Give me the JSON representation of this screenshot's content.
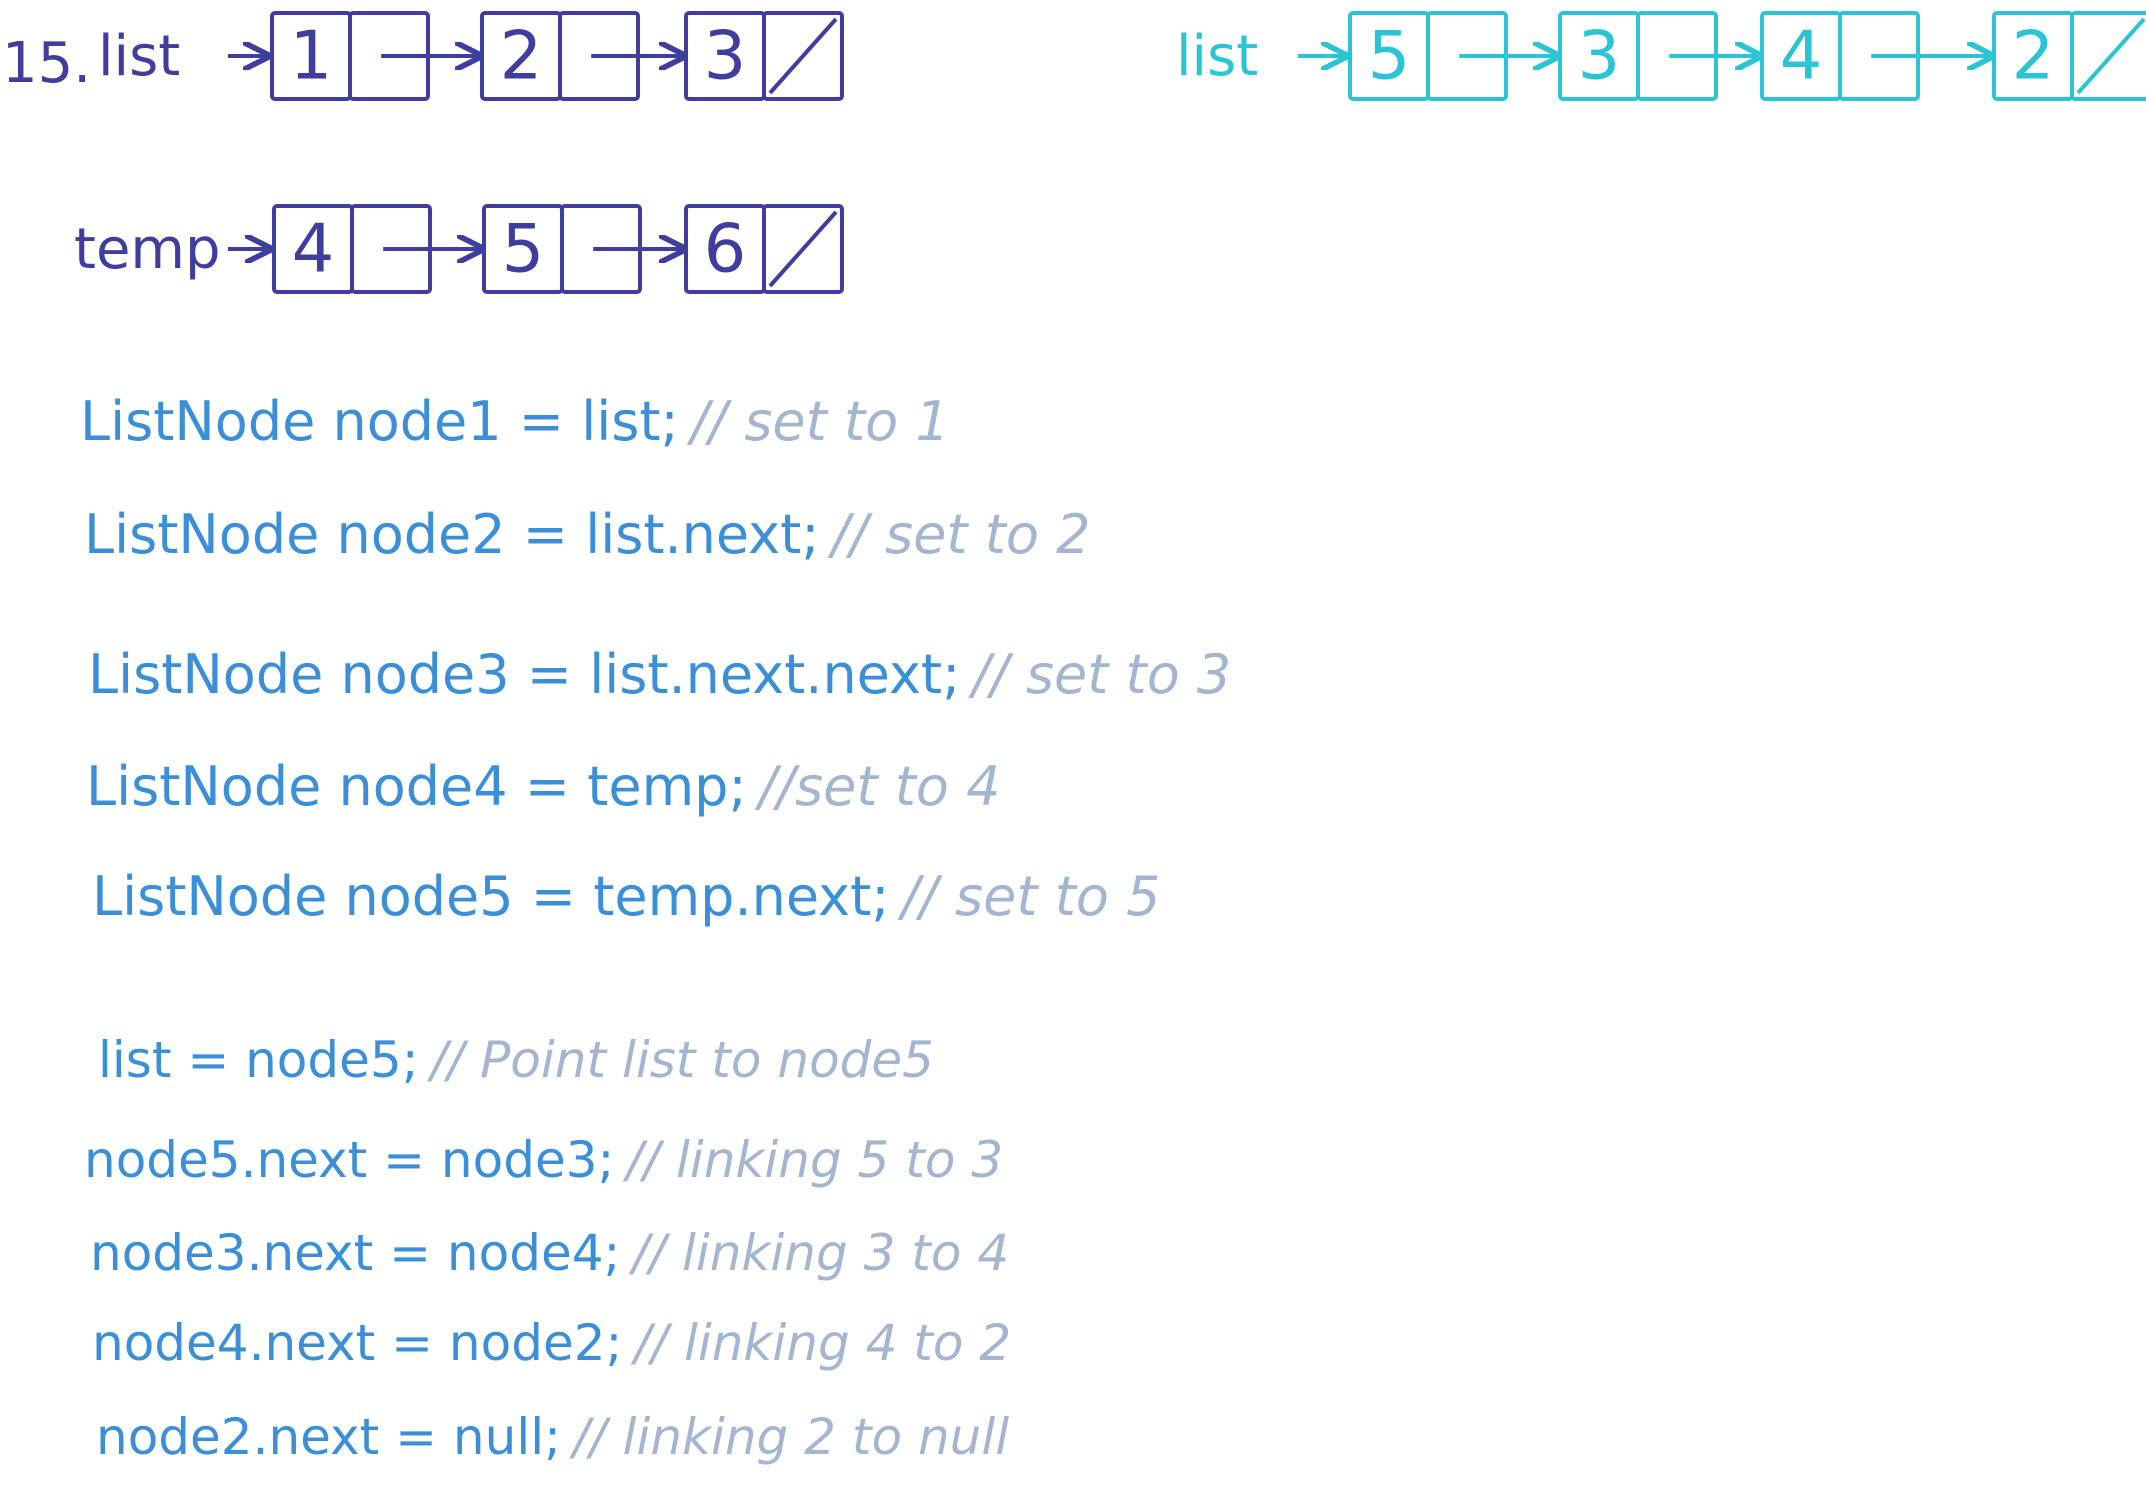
{
  "problem_number": "15.",
  "colors": {
    "diagram_dark": "#3f3d9e",
    "diagram_result": "#2bc4d6",
    "code": "#3b8fd8",
    "comment": "#a3b5cf"
  },
  "lists": {
    "original": {
      "label": "list",
      "values": [
        "1",
        "2",
        "3"
      ]
    },
    "temp": {
      "label": "temp",
      "values": [
        "4",
        "5",
        "6"
      ]
    },
    "result": {
      "label": "list",
      "values": [
        "5",
        "3",
        "4",
        "2"
      ]
    }
  },
  "code": {
    "declarations": [
      {
        "stmt": "ListNode node1 = list;",
        "comment": "// set to 1"
      },
      {
        "stmt": "ListNode node2 = list.next;",
        "comment": "// set to 2"
      },
      {
        "stmt": "ListNode node3 = list.next.next;",
        "comment": "// set to 3"
      },
      {
        "stmt": "ListNode node4 = temp;",
        "comment": "//set to 4"
      },
      {
        "stmt": "ListNode node5 = temp.next;",
        "comment": "// set to 5"
      }
    ],
    "links": [
      {
        "stmt": "list = node5;",
        "comment": "// Point list to node5"
      },
      {
        "stmt": "node5.next = node3;",
        "comment": "// linking 5 to 3"
      },
      {
        "stmt": "node3.next = node4;",
        "comment": "// linking 3 to 4"
      },
      {
        "stmt": "node4.next = node2;",
        "comment": "// linking 4 to 2"
      },
      {
        "stmt": "node2.next = null;",
        "comment": "// linking 2 to null"
      }
    ]
  }
}
